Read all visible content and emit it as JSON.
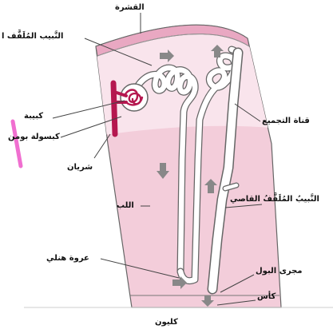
{
  "labels": {
    "cortex": "القشرة",
    "proximal_tubule": "النَّبيب المُلَفَّف ا",
    "glomerulus": "كبيبة",
    "bowman_capsule": "كبسولة بومن",
    "artery": "شريان",
    "collecting_duct": "قناة التجميع",
    "medulla": "اللب",
    "distal_tubule": "النَّبيبُ المُلَفَّفُ القاصي",
    "loop_of_henle": "عروة هنلي",
    "ureter": "مجرى البول",
    "calyx": "كأس",
    "nephron": "كليون"
  },
  "colors": {
    "cortex_band": "#e9a8c2",
    "cortex_fill": "#f9e4ec",
    "medulla_fill": "#f3cdda",
    "outline": "#555555",
    "tubule_fill": "#ffffff",
    "artery": "#b5174f",
    "arrow": "#777777",
    "accent_stroke": "#f06fd0"
  }
}
